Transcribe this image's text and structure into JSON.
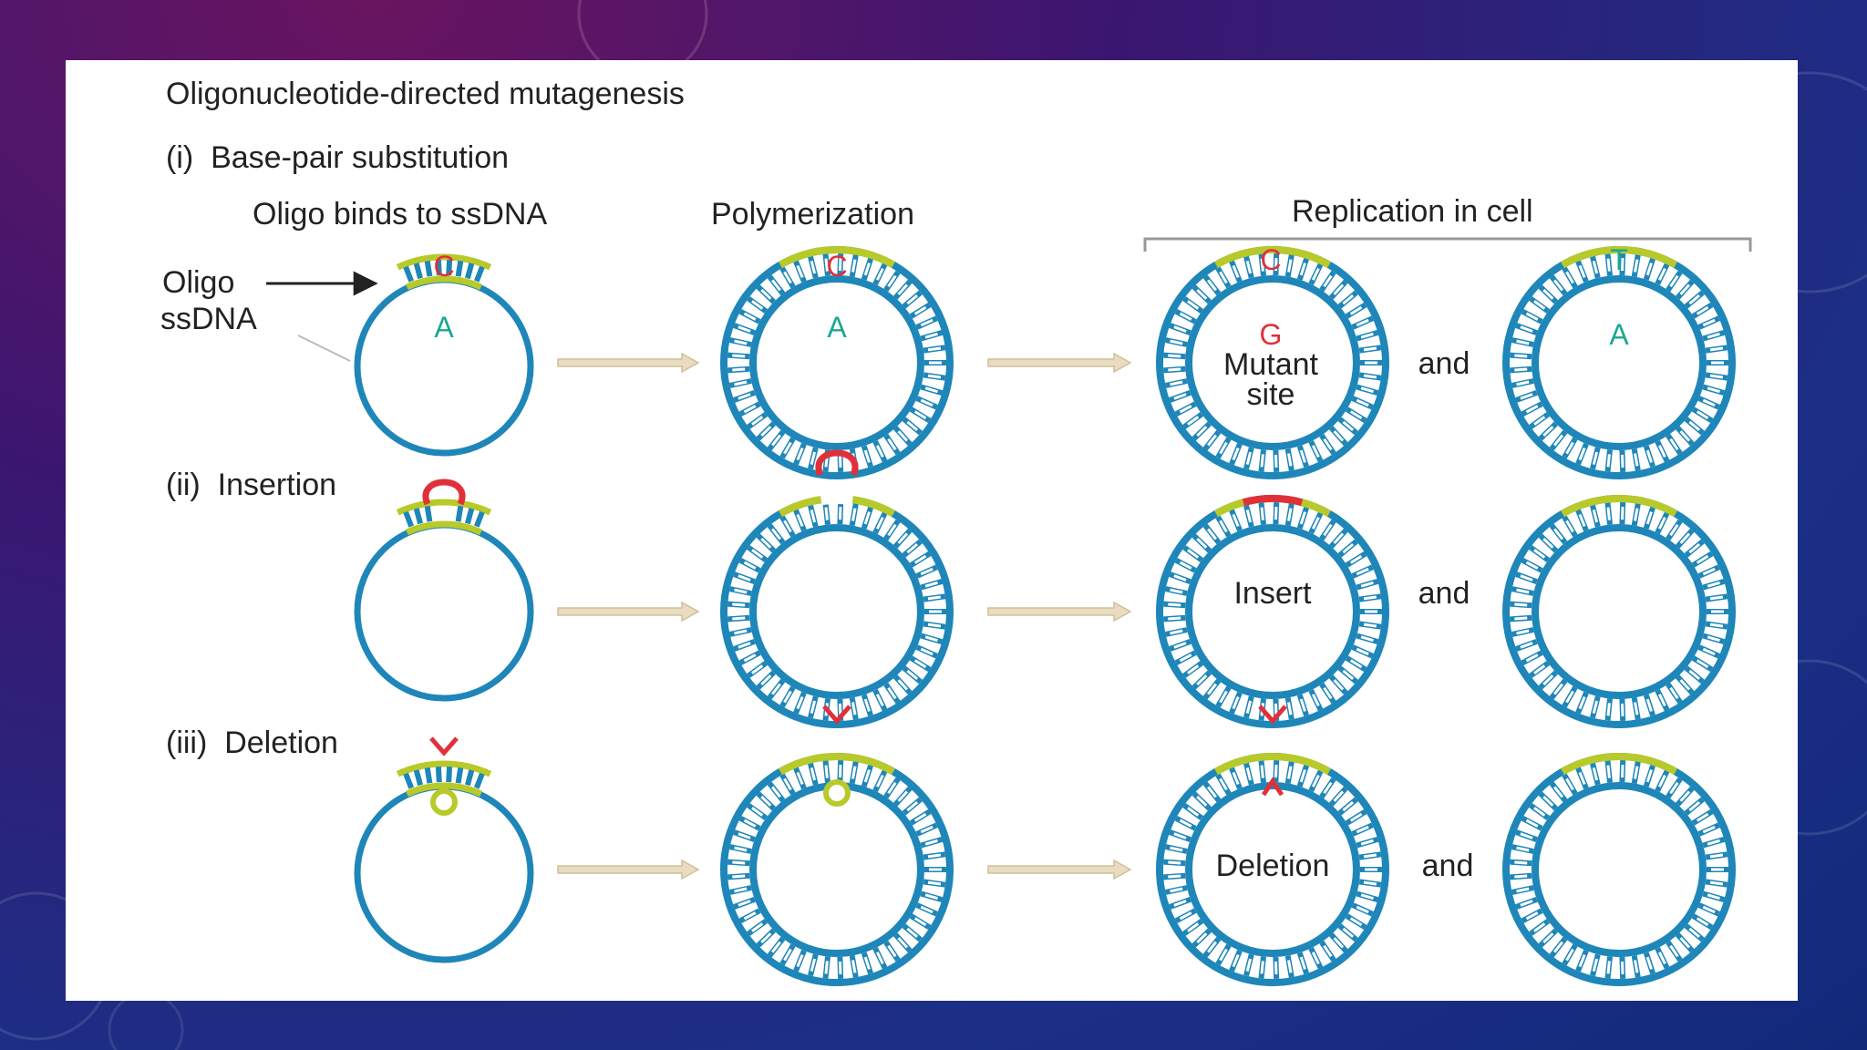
{
  "title": "Oligonucleotide-directed mutagenesis",
  "sections": {
    "substitution": "(i)  Base-pair substitution",
    "insertion": "(ii)  Insertion",
    "deletion": "(iii)  Deletion"
  },
  "columns": {
    "oligo_binds": "Oligo binds to ssDNA",
    "polymerization": "Polymerization",
    "replication": "Replication in cell"
  },
  "labels": {
    "oligo": "Oligo",
    "ssdna": "ssDNA",
    "and": "and",
    "mutant_line1": "Mutant",
    "mutant_line2": "site",
    "insert": "Insert",
    "deletion_center": "Deletion"
  },
  "bases": {
    "c": "C",
    "a": "A",
    "g": "G",
    "t": "T"
  },
  "colors": {
    "dna_blue": "#1e86b8",
    "oligo_green": "#b8c92a",
    "mutant_red": "#e0303a",
    "base_teal": "#1aa890",
    "arrow_beige": "#e9dcc0"
  }
}
